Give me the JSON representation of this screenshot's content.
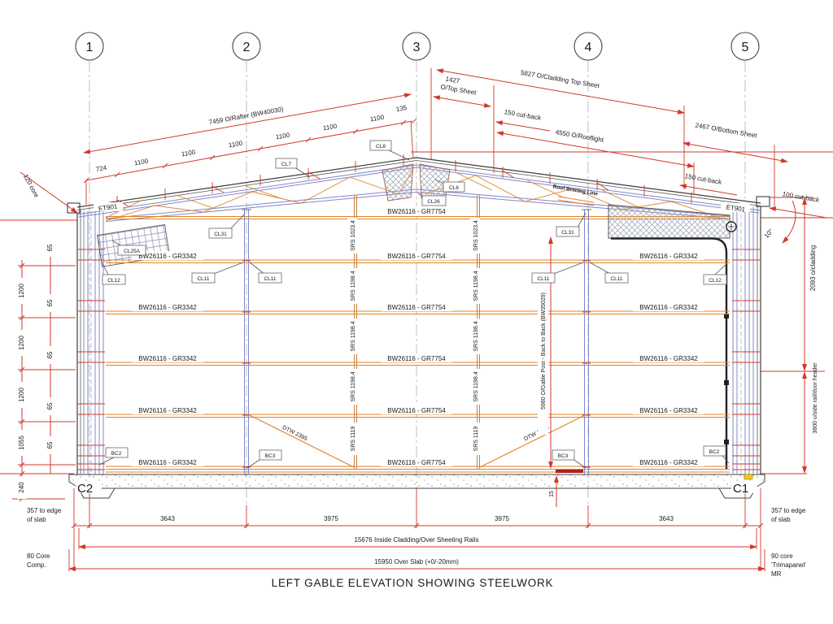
{
  "title": "LEFT GABLE ELEVATION SHOWING STEELWORK",
  "grid_labels": [
    "1",
    "2",
    "3",
    "4",
    "5"
  ],
  "roof_dims": {
    "rafter_overall": "7459 O/Rafter (BW40030)",
    "seg_724": "724",
    "seg_1100": "1100",
    "seg_135": "135",
    "top_sheet_1": "1427",
    "top_sheet_2": "O/Top Sheet",
    "cladding_top": "5827 O/Cladding Top Sheet",
    "cutback_150": "150 cut-back",
    "rooflight": "4550 O/Rooflight",
    "bottom_sheet": "2467 O/Bottom Sheet",
    "cutback_100": "100 cut-back",
    "angle": "10°",
    "bracing_line": "Roof Bracing Line"
  },
  "rails": {
    "gr7754": "BW26116 - GR7754",
    "gr3342": "BW26116 - GR3342"
  },
  "members": {
    "srs_top": "SRS 1023.4",
    "srs_mid": "SRS 1198.4",
    "srs_bot": "SRS 1119",
    "gable_post": "5980 O/Gable Post - Back to Back (BW35029)",
    "brace": "DTW 2395"
  },
  "marks": {
    "cl8": "CL8",
    "cl7": "CL7",
    "cl6": "CL6",
    "cl26": "CL26",
    "cl31": "CL31",
    "cl25a": "CL25A",
    "cl12": "CL12",
    "cl11": "CL11",
    "bc2": "BC2",
    "bc3": "BC3",
    "et901": "ET901",
    "c1": "C1",
    "c2": "C2"
  },
  "dims_left": {
    "core": "120 core",
    "gap": "65",
    "bay": "1200",
    "bay_low": "1055",
    "base": "240"
  },
  "dims_right": {
    "cladding": "2093 o/cladding",
    "door": "3800 u/side rail/door header"
  },
  "dims_bottom": {
    "edge_1": "357 to edge",
    "edge_2": "of slab",
    "span_a": "3643",
    "span_b": "3975",
    "inside": "15676 Inside Cladding/Over Sheeting Rails",
    "overall": "15950 Over Slab (+0/-20mm)",
    "slab_15": "15",
    "core_l1": "80 Core",
    "core_l2": "Comp.",
    "core_r1": "90 core",
    "core_r2": "'Trimapanel'",
    "core_r3": "MR"
  },
  "colors": {
    "dim_red": "#d03a2c",
    "rail_orange": "#e0822a",
    "clad_blue": "#8088c8",
    "steel_dark": "#3c3c3c",
    "grid_gray": "#b8b8b8",
    "highlight_yellow": "#f5c816"
  }
}
